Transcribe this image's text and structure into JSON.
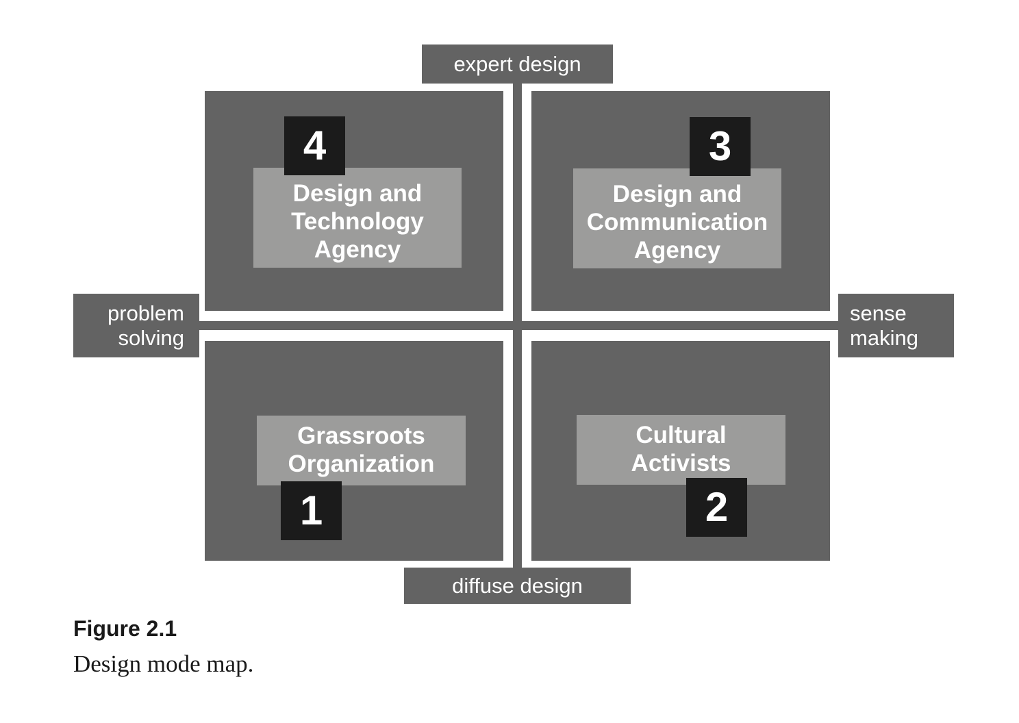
{
  "diagram": {
    "axes": {
      "top": "expert design",
      "bottom": "diffuse design",
      "left": [
        "problem",
        "solving"
      ],
      "right": [
        "sense",
        "making"
      ]
    },
    "quadrants": [
      {
        "number": "4",
        "lines": [
          "Design and",
          "Technology",
          "Agency"
        ]
      },
      {
        "number": "3",
        "lines": [
          "Design and",
          "Communication",
          "Agency"
        ]
      },
      {
        "number": "1",
        "lines": [
          "Grassroots",
          "Organization"
        ]
      },
      {
        "number": "2",
        "lines": [
          "Cultural",
          "Activists"
        ]
      }
    ]
  },
  "caption": {
    "label": "Figure 2.1",
    "text": "Design mode map."
  },
  "colors": {
    "quadrant": "#636363",
    "inner_box": "#9c9c9b",
    "number_box": "#1b1b1b",
    "text_on_dark": "#ffffff"
  }
}
